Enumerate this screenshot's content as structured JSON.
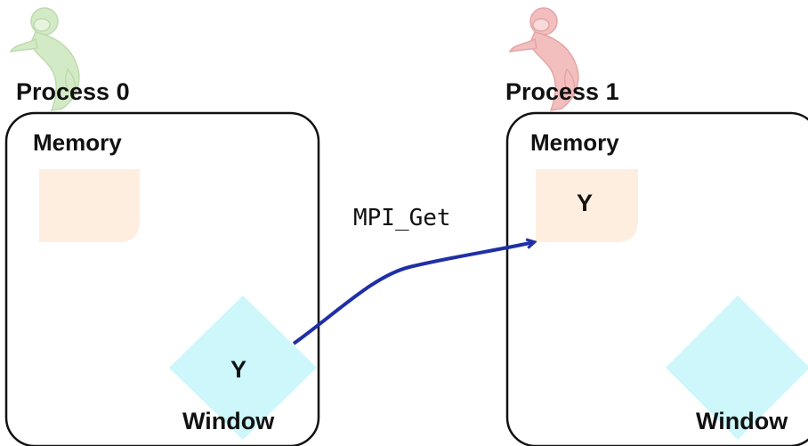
{
  "diagram": {
    "operation_label": "MPI_Get",
    "colors": {
      "memory_block": "#fdeedf",
      "window": "#cdf7fa",
      "arrow": "#1f2fa6",
      "box_border": "#111111",
      "process0_mascot": "#cfe8c0",
      "process1_mascot": "#f2b8b8"
    },
    "processes": [
      {
        "title": "Process 0",
        "memory_label": "Memory",
        "memory_block_label": "",
        "window_data_label": "Y",
        "window_label": "Window",
        "mascot_icon": "monkey-icon"
      },
      {
        "title": "Process 1",
        "memory_label": "Memory",
        "memory_block_label": "Y",
        "window_data_label": "",
        "window_label": "Window",
        "mascot_icon": "monkey-icon"
      }
    ]
  }
}
